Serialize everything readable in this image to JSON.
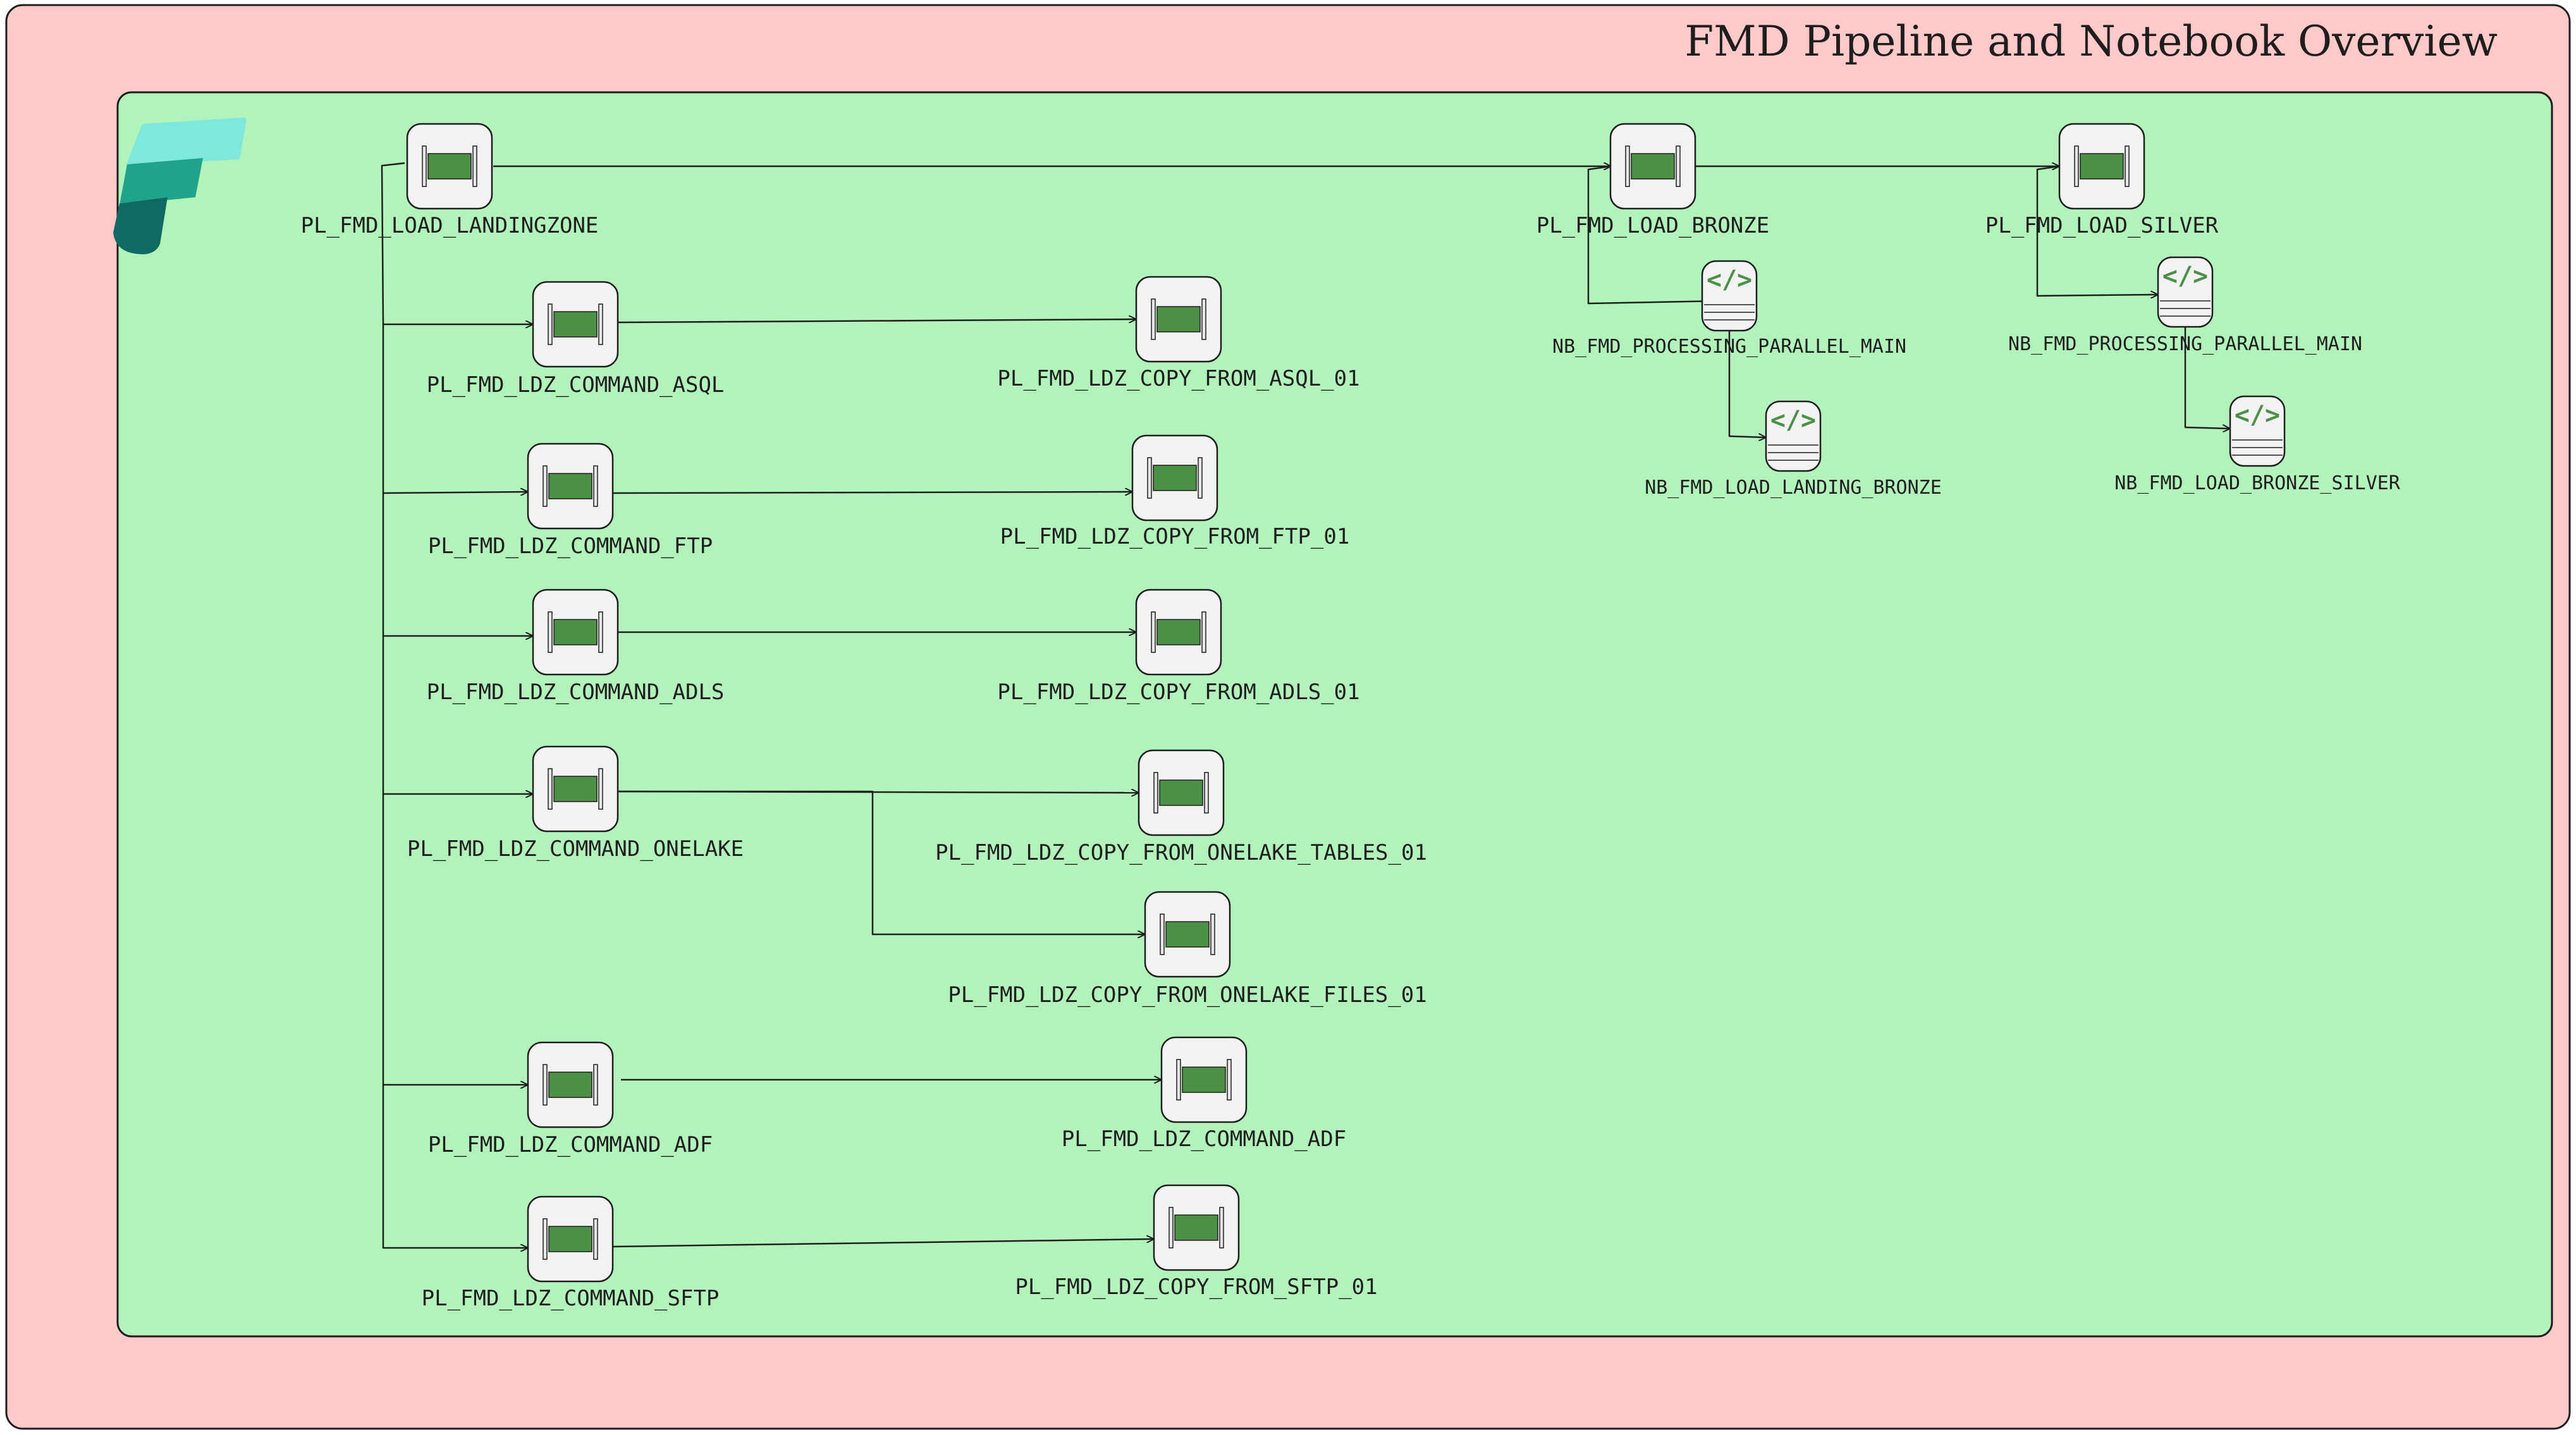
{
  "title": "FMD Pipeline and Notebook Overview",
  "colors": {
    "outer_background": "#ffc9c9",
    "inner_background": "#b2f2bb",
    "pipeline_icon": "#4a9146",
    "notebook_icon": "#4a9146",
    "node_fill": "#f2f2f2",
    "stroke": "#1e1e1e",
    "logo_top": "#7ee8dc",
    "logo_mid": "#20a38b",
    "logo_bottom": "#0f6b61"
  },
  "logo": {
    "icon": "microsoft-fabric-logo-icon"
  },
  "nodes": [
    {
      "id": "landingzone",
      "kind": "pipeline",
      "icon": "pipeline-icon",
      "label": "PL_FMD_LOAD_LANDINGZONE"
    },
    {
      "id": "cmd_asql",
      "kind": "pipeline",
      "icon": "pipeline-icon",
      "label": "PL_FMD_LDZ_COMMAND_ASQL"
    },
    {
      "id": "copy_asql",
      "kind": "pipeline",
      "icon": "pipeline-icon",
      "label": "PL_FMD_LDZ_COPY_FROM_ASQL_01"
    },
    {
      "id": "cmd_ftp",
      "kind": "pipeline",
      "icon": "pipeline-icon",
      "label": "PL_FMD_LDZ_COMMAND_FTP"
    },
    {
      "id": "copy_ftp",
      "kind": "pipeline",
      "icon": "pipeline-icon",
      "label": "PL_FMD_LDZ_COPY_FROM_FTP_01"
    },
    {
      "id": "cmd_adls",
      "kind": "pipeline",
      "icon": "pipeline-icon",
      "label": "PL_FMD_LDZ_COMMAND_ADLS"
    },
    {
      "id": "copy_adls",
      "kind": "pipeline",
      "icon": "pipeline-icon",
      "label": "PL_FMD_LDZ_COPY_FROM_ADLS_01"
    },
    {
      "id": "cmd_onelake",
      "kind": "pipeline",
      "icon": "pipeline-icon",
      "label": "PL_FMD_LDZ_COMMAND_ONELAKE"
    },
    {
      "id": "copy_onelake_tables",
      "kind": "pipeline",
      "icon": "pipeline-icon",
      "label": "PL_FMD_LDZ_COPY_FROM_ONELAKE_TABLES_01"
    },
    {
      "id": "copy_onelake_files",
      "kind": "pipeline",
      "icon": "pipeline-icon",
      "label": "PL_FMD_LDZ_COPY_FROM_ONELAKE_FILES_01"
    },
    {
      "id": "cmd_adf",
      "kind": "pipeline",
      "icon": "pipeline-icon",
      "label": "PL_FMD_LDZ_COMMAND_ADF"
    },
    {
      "id": "cmd_adf_2",
      "kind": "pipeline",
      "icon": "pipeline-icon",
      "label": "PL_FMD_LDZ_COMMAND_ADF"
    },
    {
      "id": "cmd_sftp",
      "kind": "pipeline",
      "icon": "pipeline-icon",
      "label": "PL_FMD_LDZ_COMMAND_SFTP"
    },
    {
      "id": "copy_sftp",
      "kind": "pipeline",
      "icon": "pipeline-icon",
      "label": "PL_FMD_LDZ_COPY_FROM_SFTP_01"
    },
    {
      "id": "bronze",
      "kind": "pipeline",
      "icon": "pipeline-icon",
      "label": "PL_FMD_LOAD_BRONZE"
    },
    {
      "id": "nb_parallel_1",
      "kind": "notebook",
      "icon": "notebook-code-icon",
      "label": "NB_FMD_PROCESSING_PARALLEL_MAIN"
    },
    {
      "id": "nb_landing_bronze",
      "kind": "notebook",
      "icon": "notebook-code-icon",
      "label": "NB_FMD_LOAD_LANDING_BRONZE"
    },
    {
      "id": "silver",
      "kind": "pipeline",
      "icon": "pipeline-icon",
      "label": "PL_FMD_LOAD_SILVER"
    },
    {
      "id": "nb_parallel_2",
      "kind": "notebook",
      "icon": "notebook-code-icon",
      "label": "NB_FMD_PROCESSING_PARALLEL_MAIN"
    },
    {
      "id": "nb_bronze_silver",
      "kind": "notebook",
      "icon": "notebook-code-icon",
      "label": "NB_FMD_LOAD_BRONZE_SILVER"
    }
  ],
  "edges": [
    {
      "from": "landingzone",
      "to": "bronze"
    },
    {
      "from": "landingzone",
      "to": "cmd_asql"
    },
    {
      "from": "landingzone",
      "to": "cmd_ftp"
    },
    {
      "from": "landingzone",
      "to": "cmd_adls"
    },
    {
      "from": "landingzone",
      "to": "cmd_onelake"
    },
    {
      "from": "landingzone",
      "to": "cmd_adf"
    },
    {
      "from": "landingzone",
      "to": "cmd_sftp"
    },
    {
      "from": "cmd_asql",
      "to": "copy_asql"
    },
    {
      "from": "cmd_ftp",
      "to": "copy_ftp"
    },
    {
      "from": "cmd_adls",
      "to": "copy_adls"
    },
    {
      "from": "cmd_onelake",
      "to": "copy_onelake_tables"
    },
    {
      "from": "cmd_onelake",
      "to": "copy_onelake_files"
    },
    {
      "from": "cmd_adf",
      "to": "cmd_adf_2"
    },
    {
      "from": "cmd_sftp",
      "to": "copy_sftp"
    },
    {
      "from": "bronze",
      "to": "silver"
    },
    {
      "from": "bronze",
      "to": "nb_parallel_1"
    },
    {
      "from": "nb_parallel_1",
      "to": "nb_landing_bronze"
    },
    {
      "from": "silver",
      "to": "nb_parallel_2"
    },
    {
      "from": "nb_parallel_2",
      "to": "nb_bronze_silver"
    }
  ]
}
